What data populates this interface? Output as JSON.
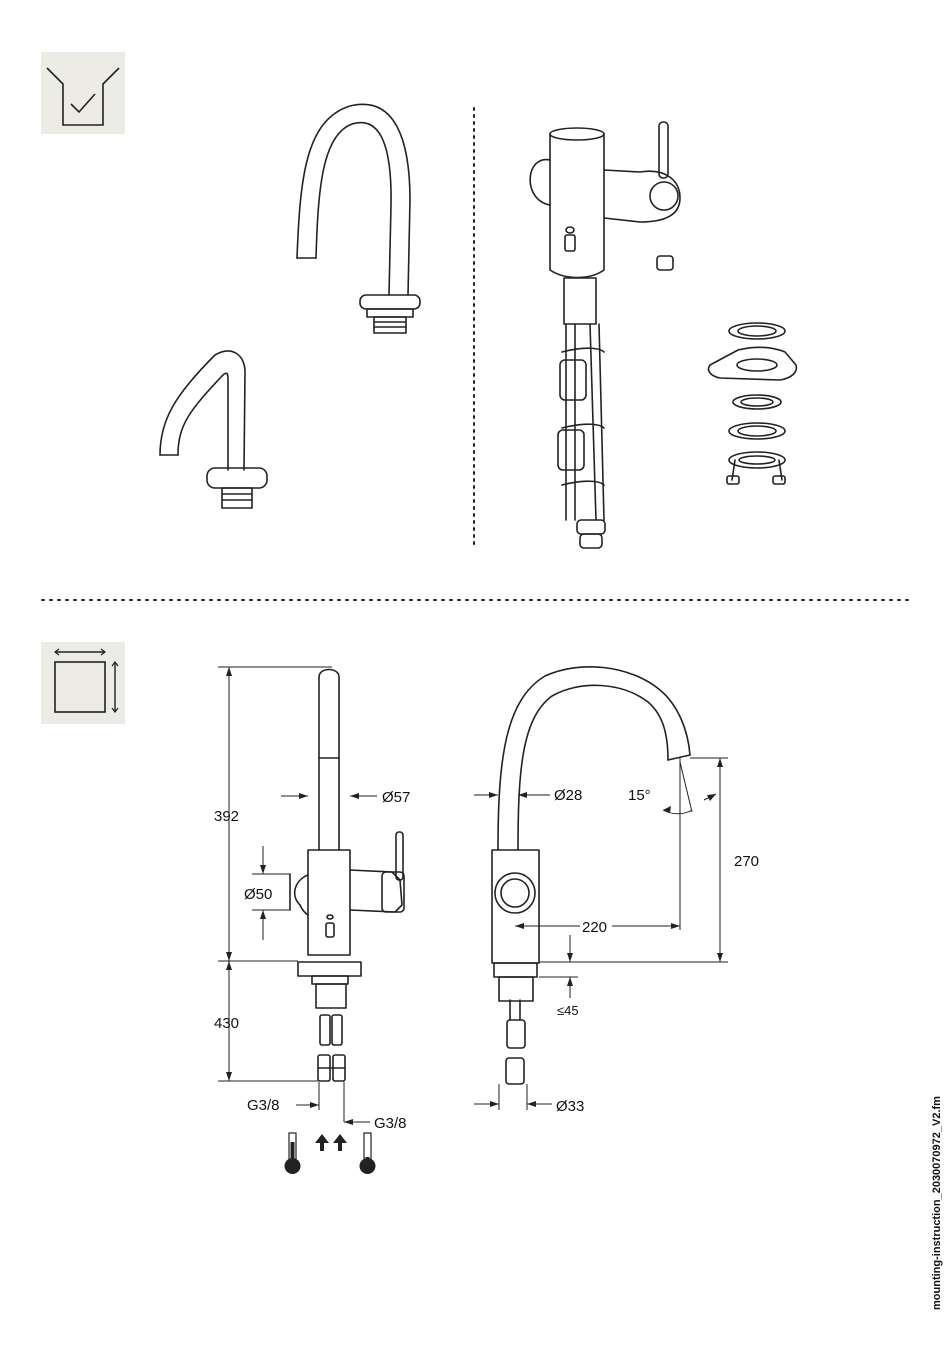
{
  "sections": {
    "scope_of_delivery": {
      "icon": "box-checkmark-icon"
    },
    "dimensions": {
      "icon": "dimension-frame-icon"
    }
  },
  "dimensions": {
    "height_total": "392",
    "below_deck": "430",
    "body_diameter": "Ø57",
    "handle_diameter": "Ø50",
    "spout_diameter": "Ø28",
    "spout_angle": "15°",
    "spout_height": "270",
    "spout_reach": "220",
    "deck_thickness": "≤45",
    "shank_diameter": "Ø33",
    "connection_left": "G3/8",
    "connection_right": "G3/8"
  },
  "connections": {
    "hot_icon": "thermometer-hot-icon",
    "cold_icon": "thermometer-cold-icon",
    "flow_icon": "double-up-arrow-icon"
  },
  "footer": {
    "file_name": "mounting-instruction_2030070972_V2.fm"
  }
}
